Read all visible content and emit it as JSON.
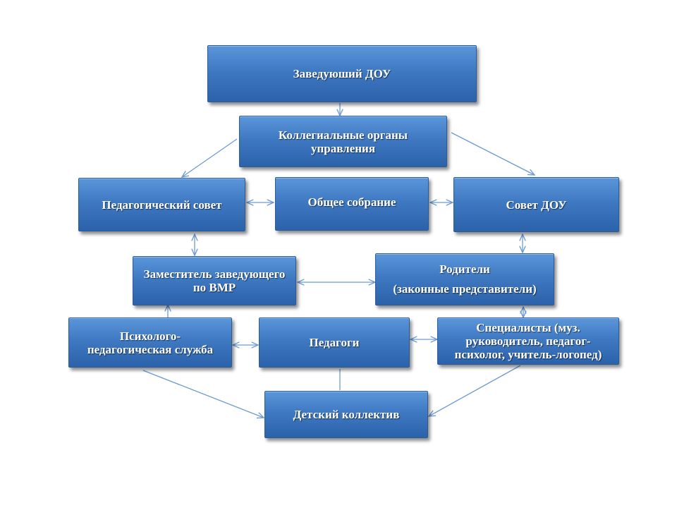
{
  "nodes": {
    "head": {
      "lines": [
        "Заведуюший ДОУ"
      ]
    },
    "collegial": {
      "lines": [
        "Коллегиальные органы",
        "управления"
      ]
    },
    "ped_council": {
      "lines": [
        "Педагогический совет"
      ]
    },
    "general_meeting": {
      "lines": [
        "Общее собрание"
      ]
    },
    "dou_council": {
      "lines": [
        "Совет ДОУ"
      ]
    },
    "deputy": {
      "lines": [
        "Заместитель заведующего",
        "по ВМР"
      ]
    },
    "parents": {
      "lines": [
        "Родители",
        "(законные представители)"
      ]
    },
    "psych_service": {
      "lines": [
        "Психолого-",
        "педагогическая служба"
      ]
    },
    "teachers": {
      "lines": [
        "Педагоги"
      ]
    },
    "specialists": {
      "lines": [
        "Специалисты (муз.",
        "руководитель, педагог-",
        "психолог, учитель-логопед)"
      ]
    },
    "children": {
      "lines": [
        "Детский коллектив"
      ]
    }
  },
  "colors": {
    "box": "#3f79c2",
    "connector": "#6d9ad3",
    "text": "#ffffff"
  }
}
